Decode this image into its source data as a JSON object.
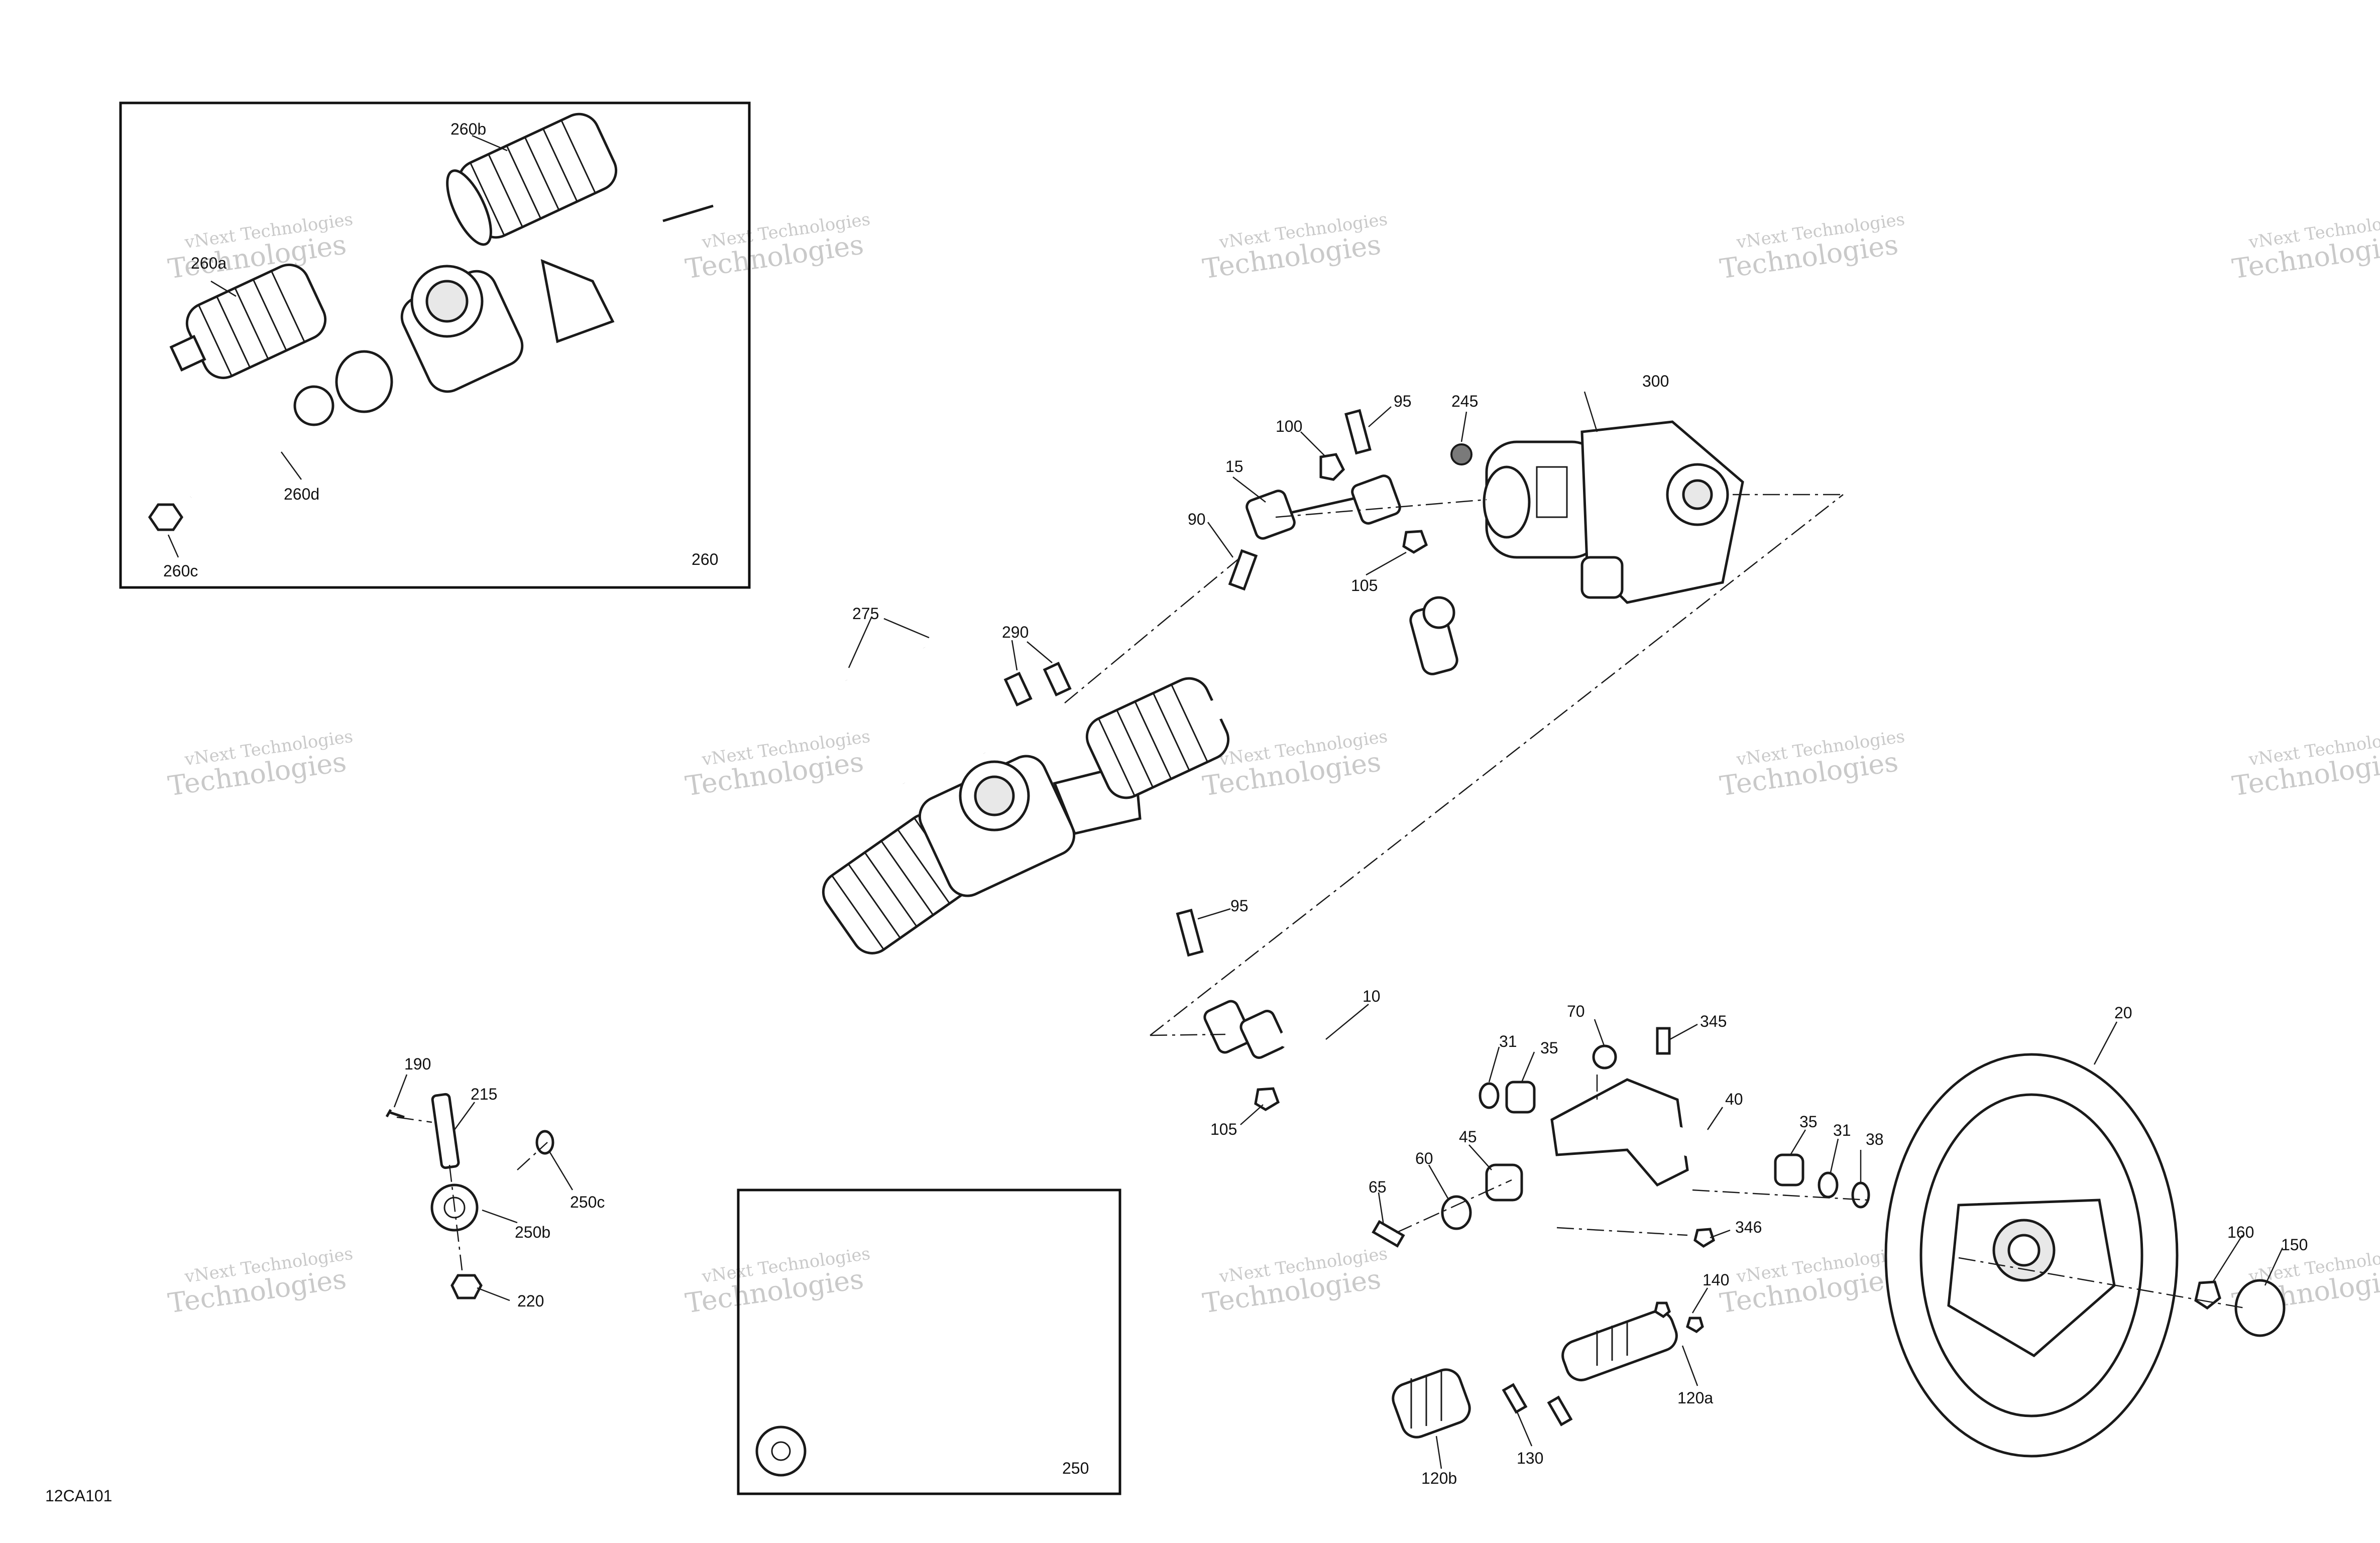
{
  "diagram_code": "12CA101",
  "watermark": {
    "line1": "vNext Technologies",
    "line2": "Technologies"
  },
  "callouts": {
    "c260b": "260b",
    "c260a": "260a",
    "c260d": "260d",
    "c260c": "260c",
    "c260": "260",
    "c100": "100",
    "c95_top": "95",
    "c245": "245",
    "c300": "300",
    "c15": "15",
    "c90": "90",
    "c105_top": "105",
    "c275": "275",
    "c290": "290",
    "c95_mid": "95",
    "c10": "10",
    "c70": "70",
    "c345": "345",
    "c20": "20",
    "c31_a": "31",
    "c35_a": "35",
    "c40": "40",
    "c35_b": "35",
    "c31_b": "31",
    "c38": "38",
    "c105_low": "105",
    "c45": "45",
    "c60": "60",
    "c65": "65",
    "c346": "346",
    "c160": "160",
    "c150": "150",
    "c140": "140",
    "c120a": "120a",
    "c120b": "120b",
    "c130": "130",
    "c190": "190",
    "c215": "215",
    "c250c": "250c",
    "c250b": "250b",
    "c220": "220",
    "c250": "250"
  }
}
